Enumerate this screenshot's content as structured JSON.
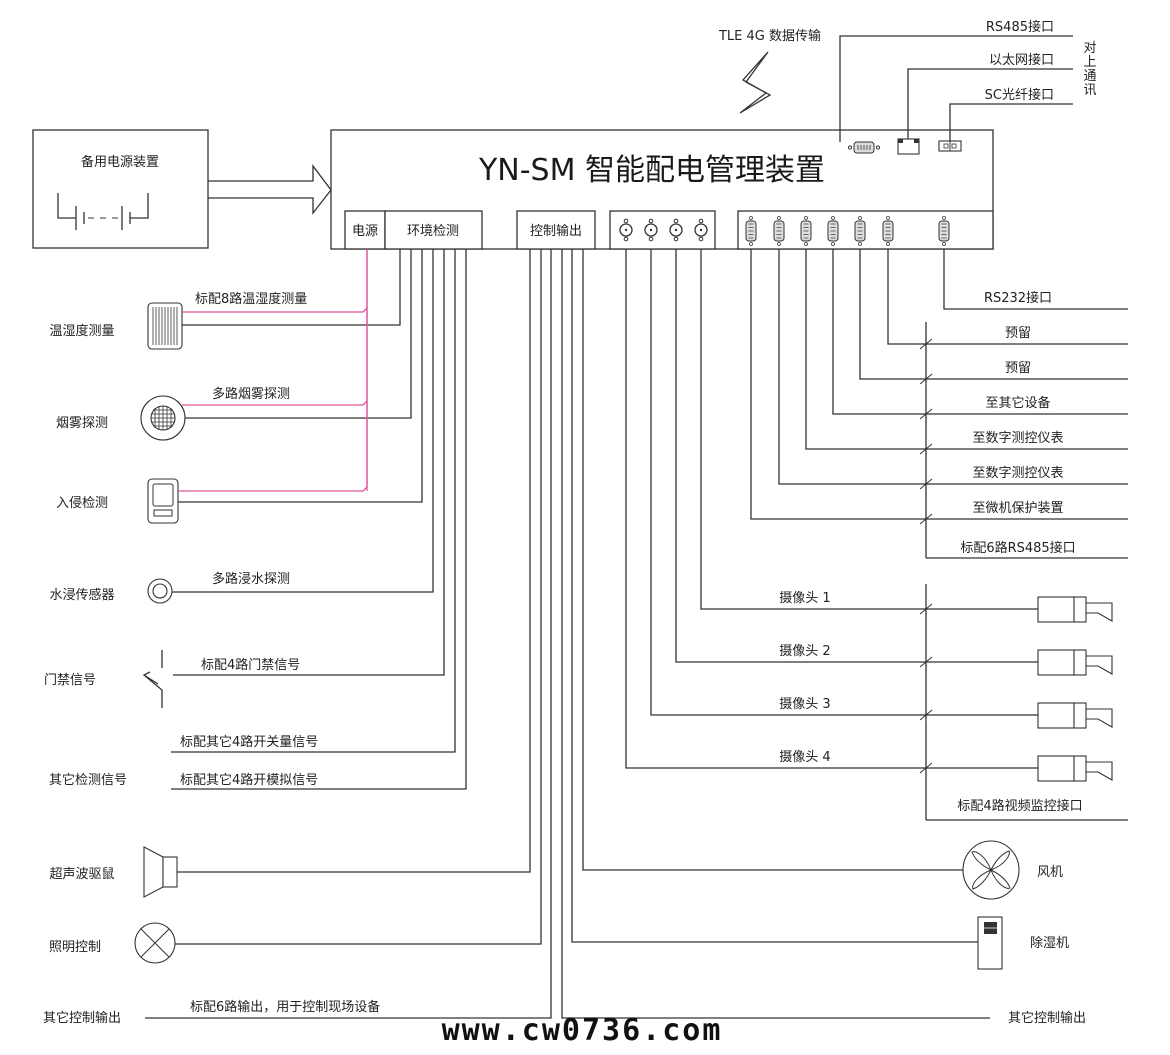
{
  "main_device": {
    "title": "YN-SM 智能配电管理装置",
    "sections": {
      "power": "电源",
      "env_detect": "环境检测",
      "control_output": "控制输出"
    }
  },
  "backup_power": {
    "label": "备用电源装置"
  },
  "wireless": {
    "label": "TLE 4G 数据传输"
  },
  "uplink": {
    "group_label": "对上通讯",
    "group_chars": [
      "对",
      "上",
      "通",
      "讯"
    ],
    "ports": [
      "RS485接口",
      "以太网接口",
      "SC光纤接口"
    ]
  },
  "left_devices": {
    "temp_humidity": {
      "name": "温湿度测量",
      "line_label": "标配8路温湿度测量"
    },
    "smoke": {
      "name": "烟雾探测",
      "line_label": "多路烟雾探测"
    },
    "intrusion": {
      "name": "入侵检测"
    },
    "water": {
      "name": "水浸传感器",
      "line_label": "多路浸水探测"
    },
    "door": {
      "name": "门禁信号",
      "line_label": "标配4路门禁信号"
    },
    "other_detect": {
      "name": "其它检测信号",
      "line_label_switch": "标配其它4路开关量信号",
      "line_label_analog": "标配其它4路开模拟信号"
    },
    "ultrasonic": {
      "name": "超声波驱鼠"
    },
    "lighting": {
      "name": "照明控制"
    },
    "other_control_left": {
      "name": "其它控制输出",
      "line_label": "标配6路输出，用于控制现场设备"
    }
  },
  "serial_ports": {
    "rs232": "RS232接口",
    "items": [
      "预留",
      "预留",
      "至其它设备",
      "至数字测控仪表",
      "至数字测控仪表",
      "至微机保护装置"
    ],
    "bundle_label": "标配6路RS485接口"
  },
  "cameras": {
    "items": [
      "摄像头 1",
      "摄像头 2",
      "摄像头 3",
      "摄像头 4"
    ],
    "bundle_label": "标配4路视频监控接口"
  },
  "right_devices": {
    "fan": "风机",
    "dehumidifier": "除湿机",
    "other_control_right": "其它控制输出"
  },
  "watermark": "www.cw0736.com",
  "colors": {
    "line": "#333333",
    "power_line": "#e0559a"
  }
}
